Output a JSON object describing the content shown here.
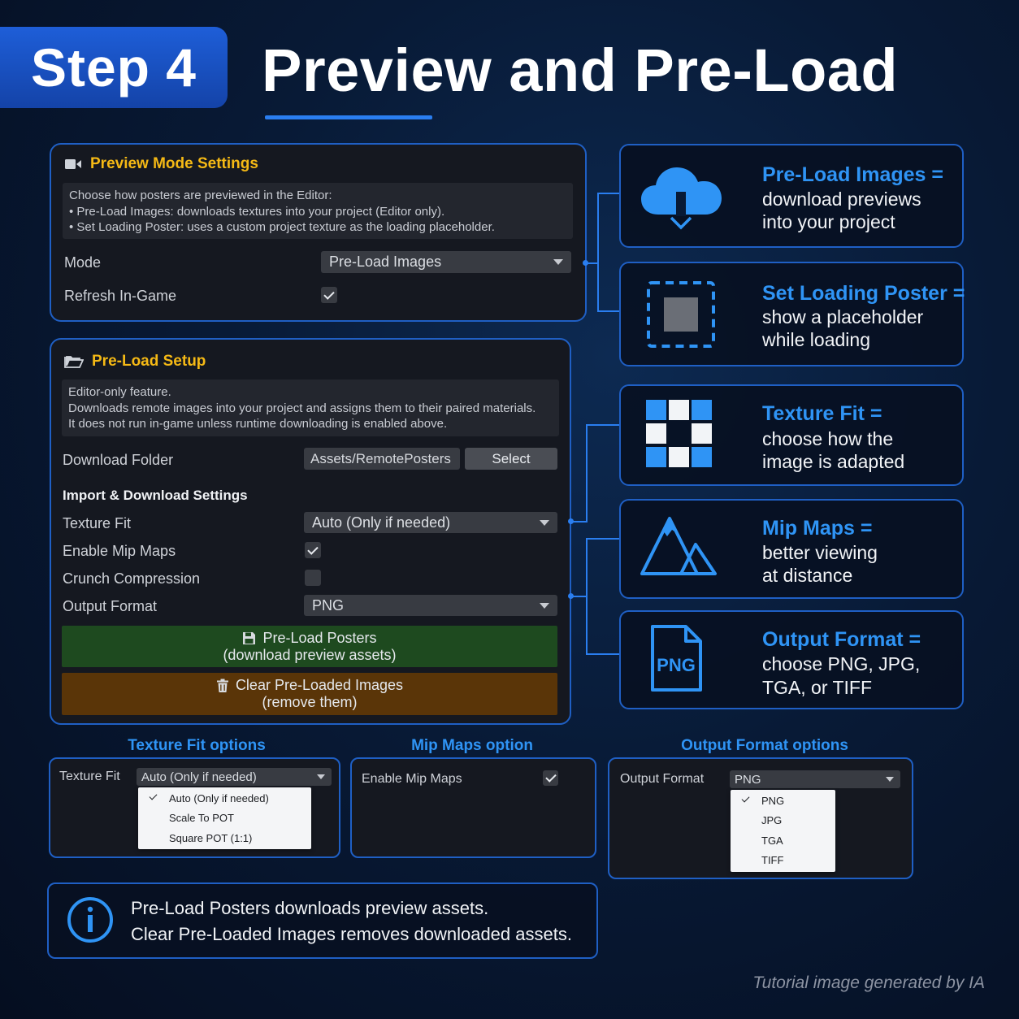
{
  "header": {
    "step_label": "Step 4",
    "title": "Preview and Pre-Load"
  },
  "preview_panel": {
    "icon": "video-camera-icon",
    "title": "Preview Mode Settings",
    "help_lines": [
      "Choose how posters are previewed in the Editor:",
      "• Pre-Load Images: downloads textures into your project (Editor only).",
      "• Set Loading Poster: uses a custom project texture as the loading placeholder."
    ],
    "mode_label": "Mode",
    "mode_value": "Pre-Load Images",
    "refresh_label": "Refresh In-Game",
    "refresh_checked": true
  },
  "preload_panel": {
    "icon": "folder-open-icon",
    "title": "Pre-Load Setup",
    "help_lines": [
      "Editor-only feature.",
      "Downloads remote images into your project and assigns them to their paired materials.",
      "It does not run in-game unless runtime downloading is enabled above."
    ],
    "download_folder_label": "Download Folder",
    "download_folder_value": "Assets/RemotePosters",
    "select_label": "Select",
    "section_heading": "Import & Download Settings",
    "texture_fit_label": "Texture Fit",
    "texture_fit_value": "Auto (Only if needed)",
    "mip_maps_label": "Enable Mip Maps",
    "mip_maps_checked": true,
    "crunch_label": "Crunch Compression",
    "crunch_checked": false,
    "output_format_label": "Output Format",
    "output_format_value": "PNG",
    "preload_button_line1": "Pre-Load Posters",
    "preload_button_line2": "(download preview assets)",
    "preload_button_icon": "floppy-disk-icon",
    "clear_button_line1": "Clear Pre-Loaded Images",
    "clear_button_line2": "(remove them)",
    "clear_button_icon": "trash-icon"
  },
  "cards": [
    {
      "icon": "cloud-download-icon",
      "title": "Pre-Load Images =",
      "lines": [
        "download previews",
        "into your project"
      ]
    },
    {
      "icon": "placeholder-frame-icon",
      "title": "Set Loading Poster =",
      "lines": [
        "show a placeholder",
        "while loading"
      ]
    },
    {
      "icon": "grid-squares-icon",
      "title": "Texture Fit =",
      "lines": [
        "choose how the",
        "image is adapted"
      ]
    },
    {
      "icon": "mountains-icon",
      "title": "Mip Maps =",
      "lines": [
        "better viewing",
        "at distance"
      ]
    },
    {
      "icon": "png-file-icon",
      "icon_text": "PNG",
      "title": "Output Format =",
      "lines": [
        "choose PNG, JPG,",
        "TGA, or TIFF"
      ]
    }
  ],
  "options": {
    "texture_fit": {
      "section_label": "Texture Fit options",
      "label": "Texture Fit",
      "value": "Auto (Only if needed)",
      "items": [
        "Auto (Only if needed)",
        "Scale To POT",
        "Square POT (1:1)"
      ],
      "selected_index": 0
    },
    "mip_maps": {
      "section_label": "Mip Maps option",
      "label": "Enable Mip Maps",
      "checked": true
    },
    "output_format": {
      "section_label": "Output Format options",
      "label": "Output Format",
      "value": "PNG",
      "items": [
        "PNG",
        "JPG",
        "TGA",
        "TIFF"
      ],
      "selected_index": 0
    }
  },
  "info_box": {
    "icon": "info-icon",
    "line1": "Pre-Load Posters downloads preview assets.",
    "line2": "Clear Pre-Loaded Images removes downloaded assets."
  },
  "footer_note": "Tutorial image generated by IA",
  "colors": {
    "accent_blue": "#2a7ef0",
    "title_yellow": "#f5b915",
    "preload_green": "#1e4a1f",
    "clear_orange": "#5a3508"
  }
}
